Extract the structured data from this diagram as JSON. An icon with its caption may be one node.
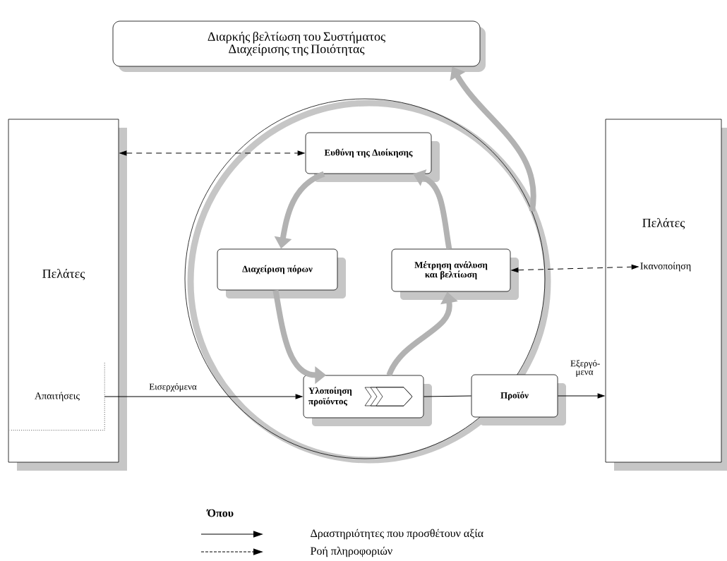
{
  "diagram": {
    "nodes": [
      {
        "text": [
          "Διαρκής βελτίωση του Συστήματος Διαχείρισης της Ποιότητας"
        ]
      },
      {
        "text": [
          "Πελάτες"
        ]
      },
      {
        "text": [
          "Απαιτήσεις"
        ],
        "in": 1
      },
      {
        "text": [],
        "shape": "circle"
      },
      {
        "text": [
          "Ευθύνη της Διοίκησης"
        ],
        "in": 3
      },
      {
        "text": [
          "Διαχείριση πόρων"
        ],
        "in": 3
      },
      {
        "text": [
          "Μέτρηση ανάλυση και βελτίωση"
        ],
        "in": 3
      },
      {
        "text": [
          "Υλοποίηση προϊόντος"
        ],
        "in": 3
      },
      {
        "text": [
          "Προϊόν"
        ]
      },
      {
        "text": [
          "Πελάτες"
        ]
      },
      {
        "text": [
          "Ικανοποίηση"
        ],
        "in": 9
      }
    ],
    "edges": [
      {
        "from": 1,
        "to": 4,
        "arrow": "both",
        "style": "dashed"
      },
      {
        "from": 2,
        "to": 7,
        "arrow": "to",
        "label": "Εισερχόμενα"
      },
      {
        "from": 7,
        "to": 8,
        "arrow": "none"
      },
      {
        "from": 8,
        "to": 9,
        "arrow": "to",
        "label": "Εξεργό- μενα"
      },
      {
        "from": 6,
        "to": 10,
        "arrow": "both",
        "style": "dashed"
      },
      {
        "from": 4,
        "to": 5,
        "arrow": "to",
        "style": "thick",
        "color": "#b2b2b2"
      },
      {
        "from": 5,
        "to": 7,
        "arrow": "to",
        "style": "thick",
        "color": "#b2b2b2"
      },
      {
        "from": 7,
        "to": 6,
        "arrow": "to",
        "style": "thick",
        "color": "#b2b2b2"
      },
      {
        "from": 6,
        "to": 4,
        "arrow": "to",
        "style": "thick",
        "color": "#b2b2b2"
      },
      {
        "from": 3,
        "to": 0,
        "arrow": "to",
        "style": "thick",
        "color": "#b2b2b2"
      }
    ],
    "labels": [
      "Όπου"
    ],
    "legend": [
      {
        "text": "Δραστηριότητες που προσθέτουν αξία"
      },
      {
        "text": "Ροή πληροφοριών"
      }
    ]
  }
}
